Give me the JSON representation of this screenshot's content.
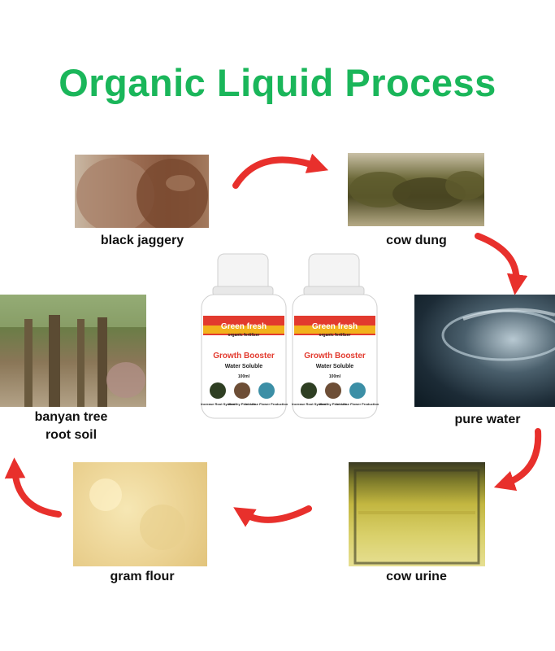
{
  "title": "Organic Liquid Process",
  "colors": {
    "title": "#1ab65a",
    "arrow": "#e8302c",
    "label": "#111111"
  },
  "steps": [
    {
      "label": "black jaggery"
    },
    {
      "label": "cow dung"
    },
    {
      "label": "pure water"
    },
    {
      "label": "cow urine"
    },
    {
      "label": "gram flour"
    },
    {
      "label_line1": "banyan tree",
      "label_line2": "root soil"
    }
  ],
  "product": {
    "brand": "Green fresh",
    "subbrand": "organic fertilizer",
    "name": "Growth Booster",
    "type": "Water Soluble",
    "volume": "100ml",
    "benefits": [
      "Increase Root System",
      "Healthy Plant Life",
      "Increase Flower Production"
    ]
  }
}
